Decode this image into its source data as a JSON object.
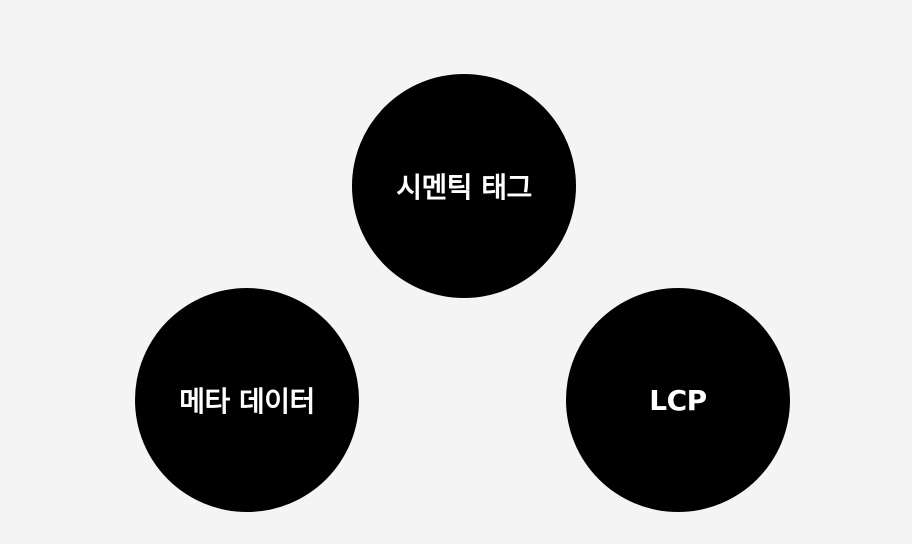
{
  "diagram": {
    "colors": {
      "background": "#f4f4f4",
      "circle_fill": "#000000",
      "label_text": "#ffffff"
    },
    "nodes": [
      {
        "label": "시멘틱 태그"
      },
      {
        "label": "메타 데이터"
      },
      {
        "label": "LCP"
      }
    ]
  }
}
